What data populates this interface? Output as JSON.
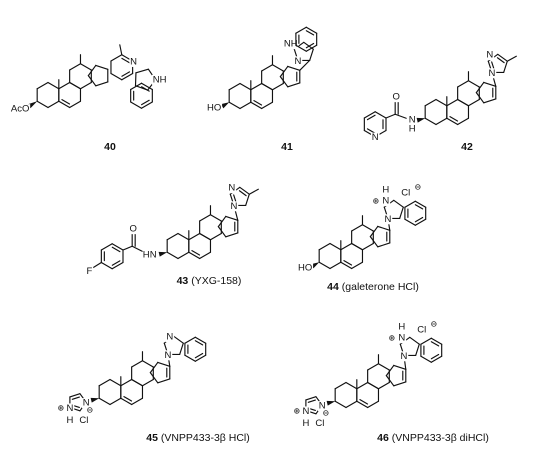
{
  "compounds": [
    {
      "number": "40",
      "name": ""
    },
    {
      "number": "41",
      "name": ""
    },
    {
      "number": "42",
      "name": ""
    },
    {
      "number": "43",
      "name": "(YXG-158)"
    },
    {
      "number": "44",
      "name": "(galeterone HCl)"
    },
    {
      "number": "45",
      "name": "(VNPP433-3β HCl)"
    },
    {
      "number": "46",
      "name": "(VNPP433-3β diHCl)"
    }
  ],
  "labels": {
    "aco": "AcO",
    "ho": "HO",
    "n": "N",
    "nh": "NH",
    "h": "H",
    "f": "F",
    "o": "O",
    "cl": "Cl",
    "plus": "⊕",
    "minus": "⊖"
  }
}
